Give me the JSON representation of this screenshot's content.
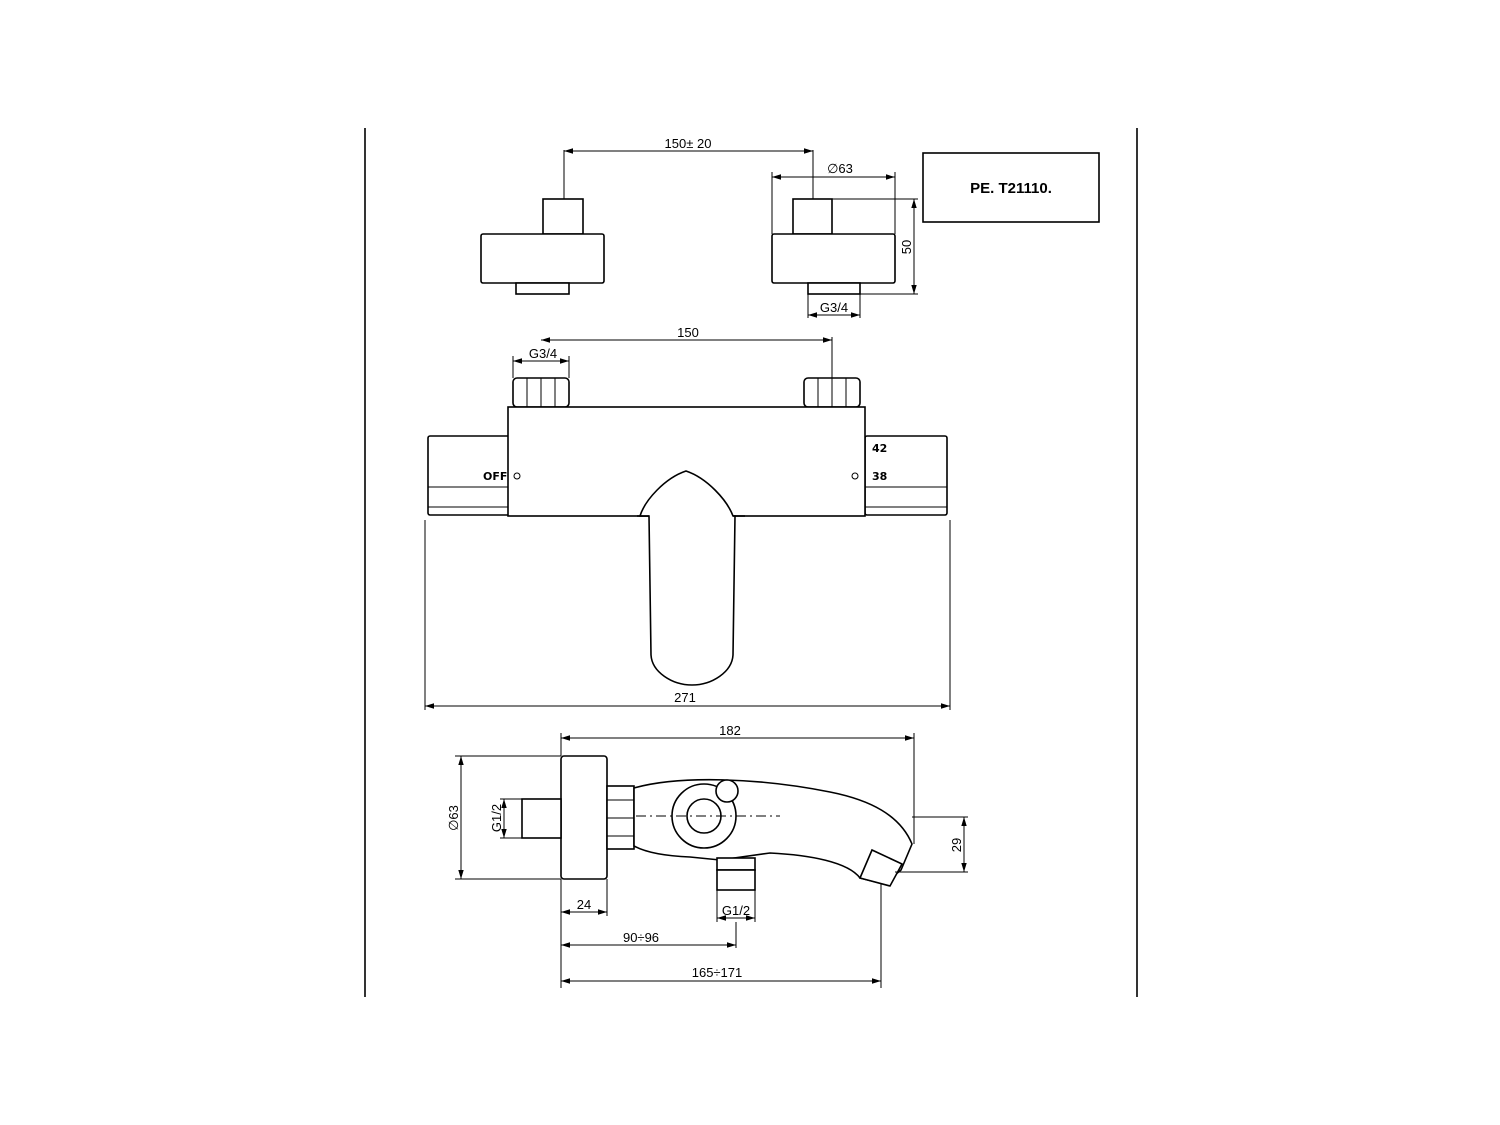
{
  "product_code": "PE. T21110.",
  "top_view": {
    "dim_center_distance": "150± 20",
    "dim_diameter": "∅63",
    "dim_height": "50",
    "dim_thread": "G3/4"
  },
  "front_view": {
    "dim_thread": "G3/4",
    "dim_center_distance": "150",
    "dim_overall_width": "271",
    "label_off": "OFF",
    "label_temp_high": "42",
    "label_temp_low": "38"
  },
  "side_view": {
    "dim_depth": "182",
    "dim_diameter": "∅63",
    "dim_inlet_thread": "G1/2",
    "dim_flange": "24",
    "dim_outlet_thread": "G1/2",
    "dim_outlet_position": "90÷96",
    "dim_spout_reach": "165÷171",
    "dim_spout_height": "29"
  }
}
